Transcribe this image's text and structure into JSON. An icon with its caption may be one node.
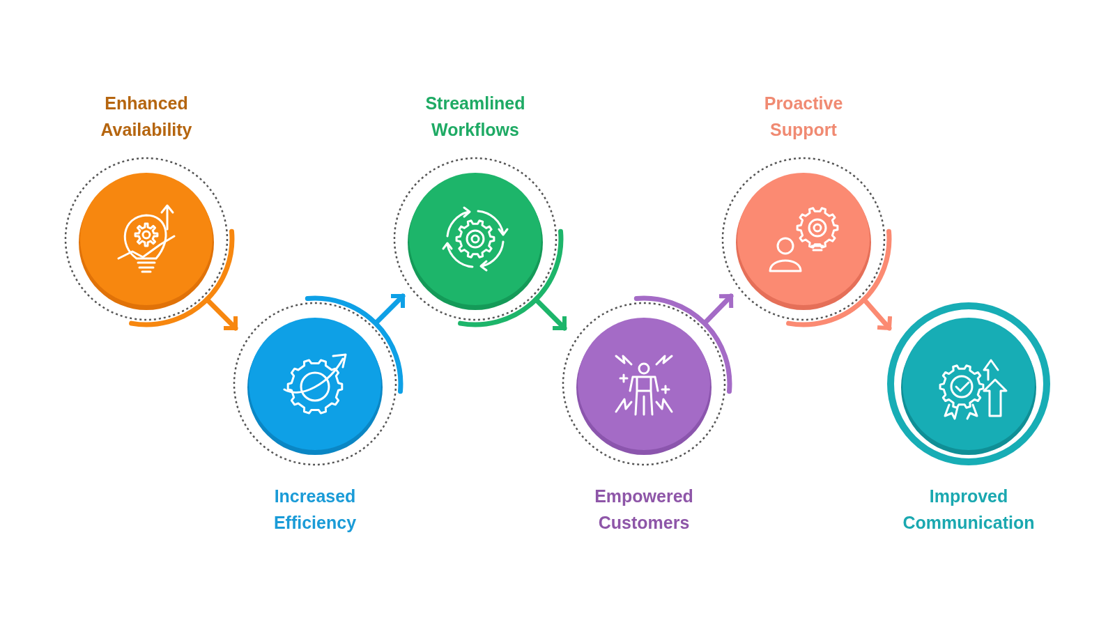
{
  "diagram": {
    "nodes": [
      {
        "text": [
          "Enhanced Availability"
        ]
      },
      {
        "text": [
          "Increased Efficiency"
        ]
      },
      {
        "text": [
          "Streamlined Workflows"
        ]
      },
      {
        "text": [
          "Empowered Customers"
        ]
      },
      {
        "text": [
          "Proactive Support"
        ]
      },
      {
        "text": [
          "Improved Communication"
        ]
      }
    ],
    "edges": [
      {
        "from": 0,
        "to": 1,
        "arrow": "to",
        "color": "#f7870f"
      },
      {
        "from": 1,
        "to": 2,
        "arrow": "to",
        "color": "#0ea0e6"
      },
      {
        "from": 2,
        "to": 3,
        "arrow": "to",
        "color": "#1db56a"
      },
      {
        "from": 3,
        "to": 4,
        "arrow": "to",
        "color": "#a46bc6"
      },
      {
        "from": 4,
        "to": 5,
        "arrow": "to",
        "color": "#fb8a72"
      }
    ]
  }
}
